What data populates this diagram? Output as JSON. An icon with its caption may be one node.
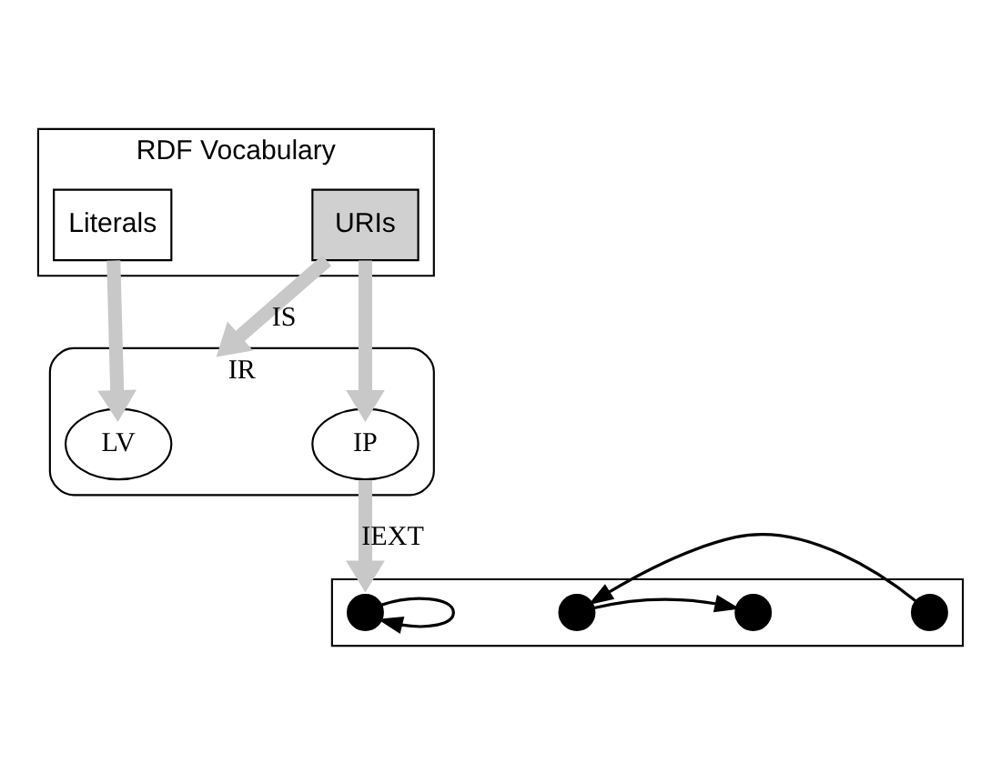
{
  "diagram": {
    "nodes": [
      {
        "text": [
          "RDF Vocabulary"
        ]
      },
      {
        "text": [
          "Literals"
        ],
        "in": 0
      },
      {
        "text": [
          "URIs"
        ],
        "in": 0
      },
      {
        "text": [
          "IR"
        ]
      },
      {
        "text": [
          "LV"
        ],
        "in": 3
      },
      {
        "text": [
          "IP"
        ],
        "in": 3
      },
      {
        "text": [],
        "shape": "box"
      },
      {
        "text": [],
        "shape": "circle",
        "in": 6
      },
      {
        "text": [],
        "shape": "circle",
        "in": 6
      },
      {
        "text": [],
        "shape": "circle",
        "in": 6
      },
      {
        "text": [],
        "shape": "circle",
        "in": 6
      }
    ],
    "edges": [
      {
        "from": 1,
        "to": 4,
        "arrow": "to"
      },
      {
        "from": 2,
        "to": 3,
        "arrow": "to",
        "label": "IS"
      },
      {
        "from": 2,
        "to": 5,
        "arrow": "to"
      },
      {
        "from": 5,
        "to": 6,
        "arrow": "to",
        "label": "IEXT"
      },
      {
        "from": 7,
        "to": 7,
        "arrow": "to",
        "color": "#000000"
      },
      {
        "from": 8,
        "to": 9,
        "arrow": "to",
        "color": "#000000"
      },
      {
        "from": 10,
        "to": 8,
        "arrow": "to",
        "color": "#000000"
      }
    ]
  }
}
